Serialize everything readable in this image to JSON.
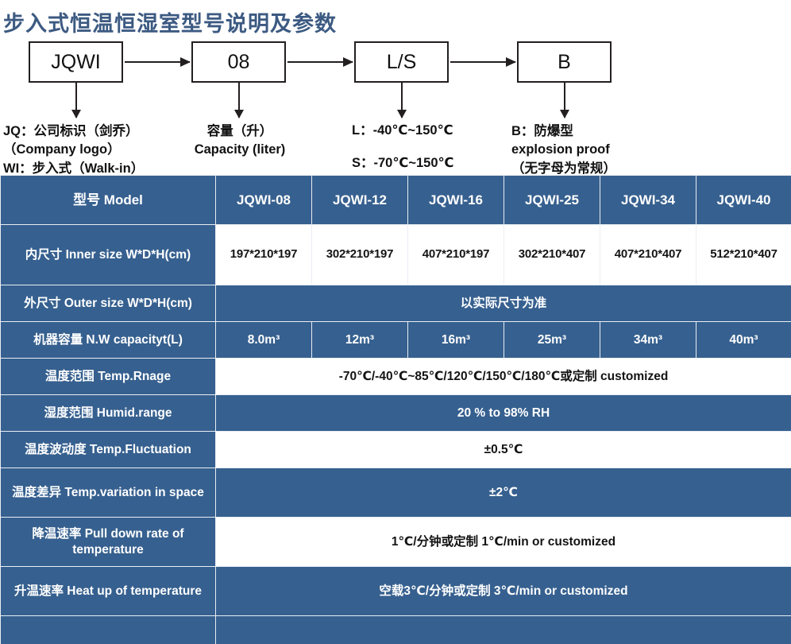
{
  "page": {
    "title": "步入式恒温恒湿室型号说明及参数",
    "title_color": "#3c5a82",
    "table_header_color": "#36608f"
  },
  "diagram": {
    "boxes": [
      {
        "label": "JQWI"
      },
      {
        "label": "08"
      },
      {
        "label": "L/S"
      },
      {
        "label": "B"
      }
    ],
    "legends": [
      "JQ：公司标识（剑乔）\n（Company logo）\nWI：步入式（Walk-in）",
      "容量（升）\nCapacity (liter)",
      "L：-40℃~150℃\n\nS：-70℃~150℃",
      "B：防爆型\nexplosion proof\n（无字母为常规）"
    ]
  },
  "spec_table": {
    "header": {
      "label": "型号 Model",
      "models": [
        "JQWI-08",
        "JQWI-12",
        "JQWI-16",
        "JQWI-25",
        "JQWI-34",
        "JQWI-40"
      ]
    },
    "rows": [
      {
        "label": "内尺寸 Inner size W*D*H(cm)",
        "type": "cells",
        "style": "white",
        "values": [
          "197*210*197",
          "302*210*197",
          "407*210*197",
          "302*210*407",
          "407*210*407",
          "512*210*407"
        ]
      },
      {
        "label": "外尺寸 Outer size W*D*H(cm)",
        "type": "merged",
        "style": "blue",
        "value": "以实际尺寸为准"
      },
      {
        "label": "机器容量 N.W capacityt(L)",
        "type": "cells",
        "style": "blue",
        "values": [
          "8.0m³",
          "12m³",
          "16m³",
          "25m³",
          "34m³",
          "40m³"
        ]
      },
      {
        "label": "温度范围 Temp.Rnage",
        "type": "merged",
        "style": "white",
        "value": "-70℃/-40℃~85℃/120℃/150℃/180℃或定制 customized"
      },
      {
        "label": "湿度范围 Humid.range",
        "type": "merged",
        "style": "blue",
        "value": "20 % to 98% RH"
      },
      {
        "label": "温度波动度 Temp.Fluctuation",
        "type": "merged",
        "style": "white",
        "value": "±0.5℃"
      },
      {
        "label": "温度差异 Temp.variation in space",
        "type": "merged",
        "style": "blue",
        "value": "±2℃"
      },
      {
        "label": "降温速率 Pull down rate of temperature",
        "type": "merged",
        "style": "white",
        "value": "1℃/分钟或定制    1℃/min or customized"
      },
      {
        "label": "升温速率 Heat up of temperature",
        "type": "merged",
        "style": "blue",
        "value": "空载3℃/分钟或定制 3℃/min or customized"
      },
      {
        "label": "",
        "type": "merged",
        "style": "blue",
        "value": ""
      }
    ]
  }
}
